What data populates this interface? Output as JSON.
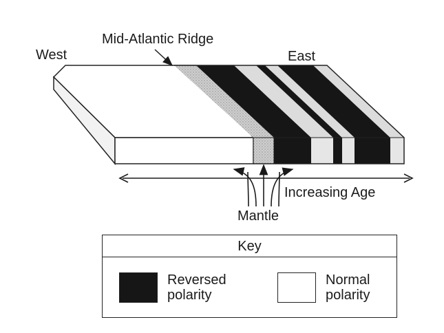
{
  "labels": {
    "west": "West",
    "ridge": "Mid-Atlantic Ridge",
    "east": "East",
    "increasing_age": "Increasing Age",
    "mantle": "Mantle"
  },
  "key": {
    "title": "Key",
    "reversed_line1": "Reversed",
    "reversed_line2": "polarity",
    "normal_line1": "Normal",
    "normal_line2": "polarity"
  },
  "colors": {
    "reversed": "#161616",
    "normal": "#ffffff",
    "ridge_zone": "#bdbdbd"
  }
}
